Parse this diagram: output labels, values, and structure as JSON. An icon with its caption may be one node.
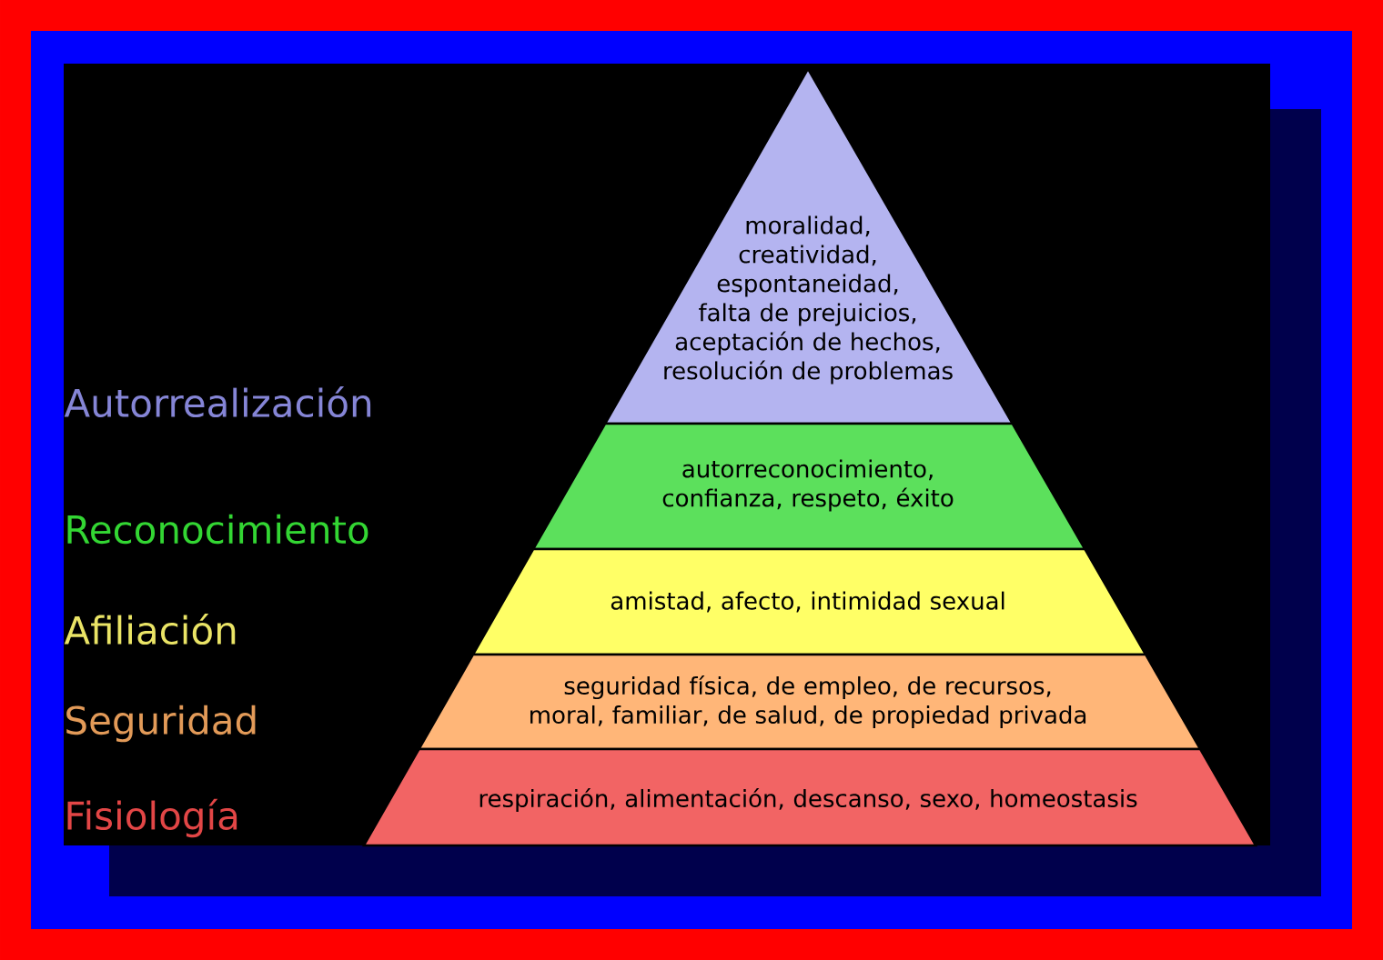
{
  "diagram": {
    "nodes": [
      {
        "text": [
          "moralidad, creatividad, espontaneidad, falta de prejuicios, aceptación de hechos, resolución de problemas"
        ]
      },
      {
        "text": [
          "autorreconocimiento, confianza, respeto, éxito"
        ]
      },
      {
        "text": [
          "amistad, afecto, intimidad sexual"
        ]
      },
      {
        "text": [
          "seguridad física, de empleo, de recursos, moral, familiar, de salud, de propiedad privada"
        ]
      },
      {
        "text": [
          "respiración, alimentación, descanso, sexo, homeostasis"
        ]
      }
    ],
    "edges": [],
    "labels": [
      "Autorrealización",
      "Reconocimiento",
      "Afiliación",
      "Seguridad",
      "Fisiología"
    ]
  }
}
